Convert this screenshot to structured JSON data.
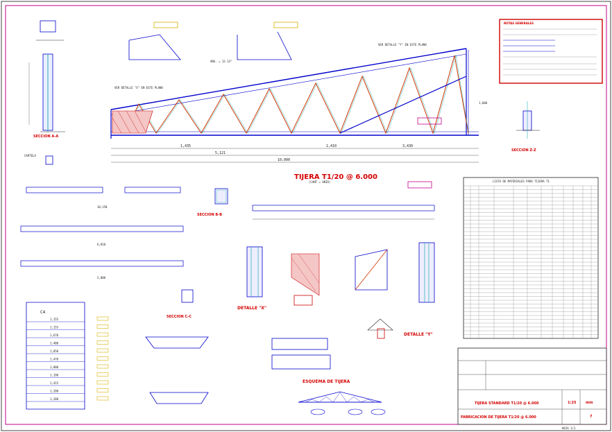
{
  "sections": {
    "seccion_aa": "SECCION A-A",
    "seccion_bb": "SECCION B-B",
    "seccion_cc": "SECCION C-C",
    "seccion_zz": "SECCION Z-Z"
  },
  "main_title": "TIJERA T1/20 @ 6.000",
  "main_subtitle": "(CANT = UNID)",
  "detalle_x": "DETALLE \"X\"",
  "detalle_y": "DETALLE \"Y\"",
  "esquema": "ESQUEMA DE TIJERA",
  "notes_title": "NOTAS GENERALES",
  "materials_title": "LISTA DE MATERIALES PARA TIJERA T1",
  "title_block": {
    "line1": "TIJERA STANDARD T1/20 @ 6.000",
    "line2": "FABRICACION DE TIJERA T1/20 @ 6.000",
    "scale": "1:25",
    "unit": "mm",
    "sheet": "7",
    "footer_code": "HOJA 1/1"
  },
  "dims": {
    "total": "10,000",
    "d1": "5,121",
    "d2": "1,435",
    "d3": "1,410",
    "d4": "3,430",
    "height": "1,600",
    "angle": "ANG. = 12.13°",
    "bottom_1": "10,150",
    "bottom_2": "6,810",
    "bottom_3": "2,000"
  },
  "labels": {
    "ver_detalle_x": "VER DETALLE \"X\" EN ESTE PLANO",
    "ver_detalle_y": "VER DETALLE \"Y\" EN ESTE PLANO",
    "cartela": "CARTELA",
    "c_label": "C4"
  },
  "tag_c1_values": [
    "1,155",
    "1,155",
    "1,670",
    "1,400",
    "1,850",
    "1,470",
    "1,800",
    "1,190",
    "1,415",
    "1,200",
    "1,280"
  ]
}
